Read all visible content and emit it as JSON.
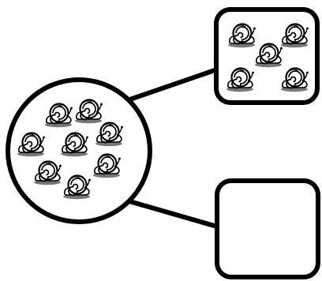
{
  "diagram": {
    "type": "number-bond",
    "whole": {
      "count": 8,
      "item_icon": "snail-icon"
    },
    "parts": [
      {
        "count": 5,
        "item_icon": "snail-icon"
      },
      {
        "count": null,
        "item_icon": "snail-icon"
      }
    ],
    "colors": {
      "stroke": "#000000",
      "fill": "#ffffff",
      "icon_shadow": "#666666"
    }
  }
}
